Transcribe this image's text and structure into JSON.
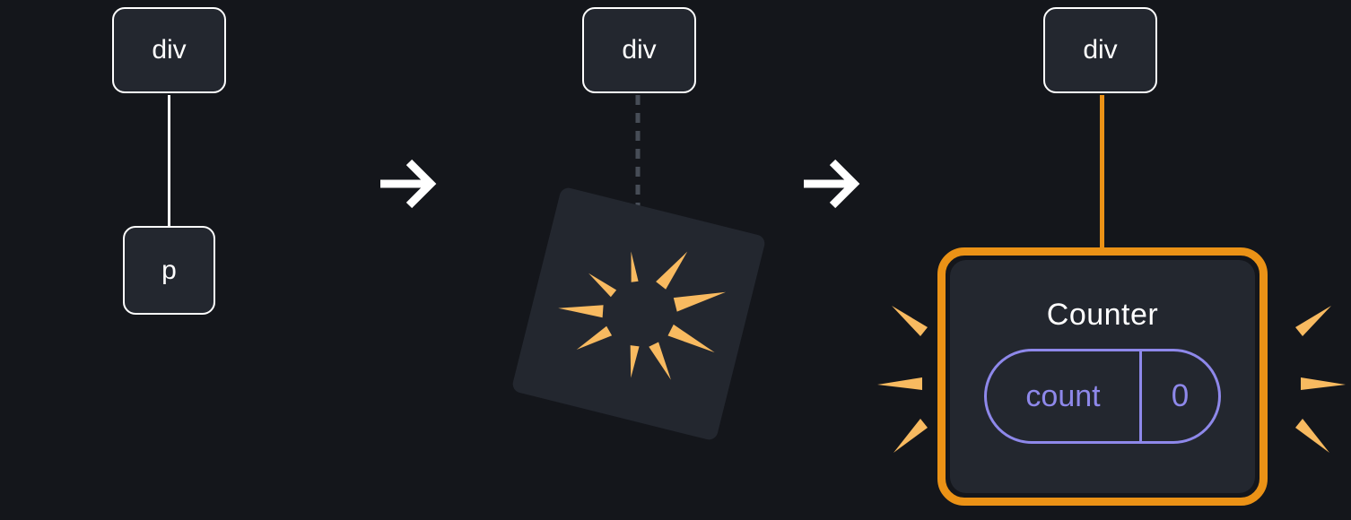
{
  "stage1": {
    "parent_label": "div",
    "child_label": "p"
  },
  "stage2": {
    "parent_label": "div"
  },
  "stage3": {
    "parent_label": "div",
    "component": {
      "title": "Counter",
      "state_key": "count",
      "state_value": "0"
    }
  },
  "icons": {
    "arrow": "arrow-right",
    "burst": "explosion-burst",
    "sparks": "emphasis-sparks"
  },
  "colors": {
    "background": "#14161B",
    "panel": "#23272F",
    "node_border": "#FFFFFF",
    "text": "#FFFFFF",
    "orange_accent": "#EB9216",
    "spark_orange": "#F8BA60",
    "purple_accent": "#8E88EA",
    "dashed_edge": "#474D57"
  }
}
